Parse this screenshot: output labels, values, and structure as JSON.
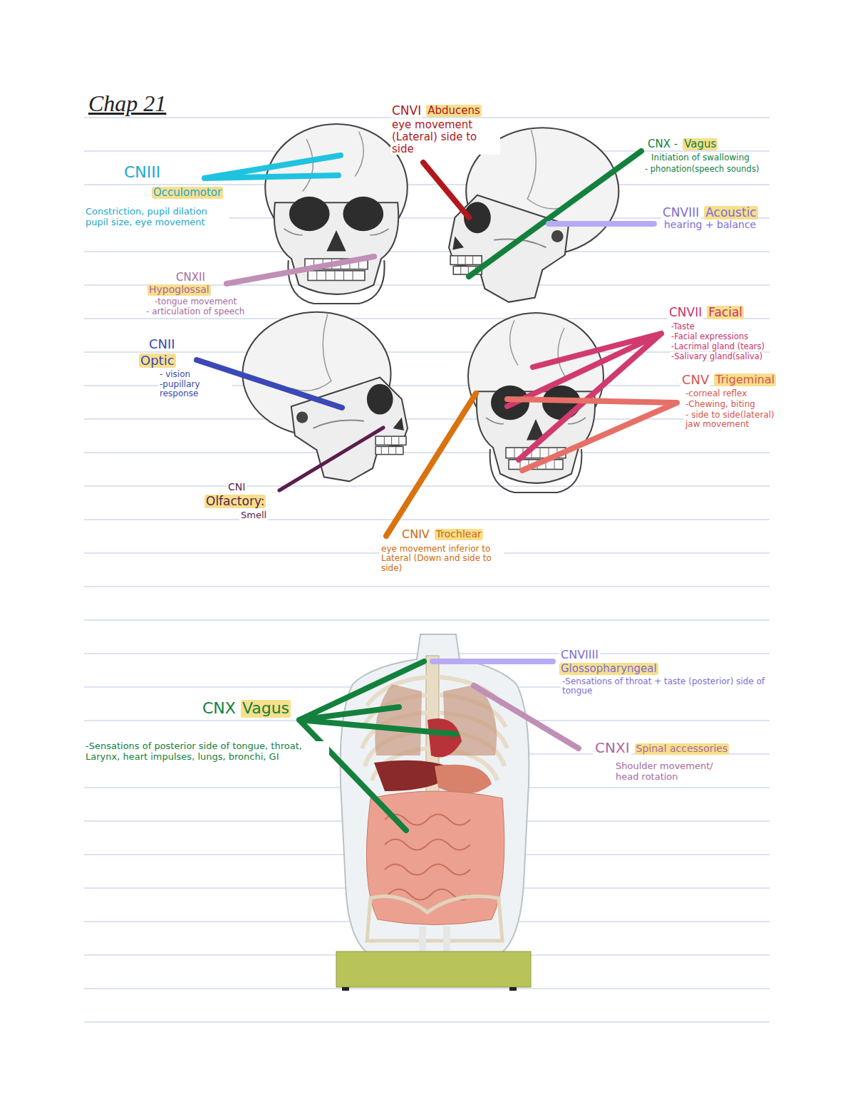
{
  "diagram": {
    "title": "Chap 21",
    "labels": [
      "CNIII",
      "Occulomotor",
      "Constriction, pupil dilation pupil size, eye movement",
      "CNXII",
      "Hypoglossal",
      "-tongue movement",
      "- articulation of speech",
      "CNII",
      "Optic",
      "- vision",
      "-pupillary response",
      "CNI",
      "Olfactory:",
      "Smell",
      "CNVI",
      "Abducens",
      "eye movement (Lateral) side to side",
      "CNX -",
      "Vagus",
      "Initiation of swallowing",
      "- phonation(speech sounds)",
      "CNVIII",
      "Acoustic",
      "hearing + balance",
      "CNVII",
      "Facial",
      "-Taste",
      "-Facial expressions",
      "-Lacrimal gland (tears)",
      "-Salivary gland(saliva)",
      "CNV",
      "Trigeminal",
      "-corneal reflex",
      "-Chewing, biting",
      "- side to side(lateral) jaw movement",
      "CNIV",
      "Trochlear",
      "eye movement inferior to Lateral (Down and side to side)",
      "CNVIIII",
      "Glossopharyngeal",
      "-Sensations of throat + taste (posterior) side of tongue",
      "CNXI",
      "Spinal accessories",
      "Shoulder movement/ head rotation",
      "CNX",
      "Vagus",
      "-Sensations of posterior side of tongue, throat, Larynx, heart impulses, lungs, bronchi, GI"
    ]
  }
}
